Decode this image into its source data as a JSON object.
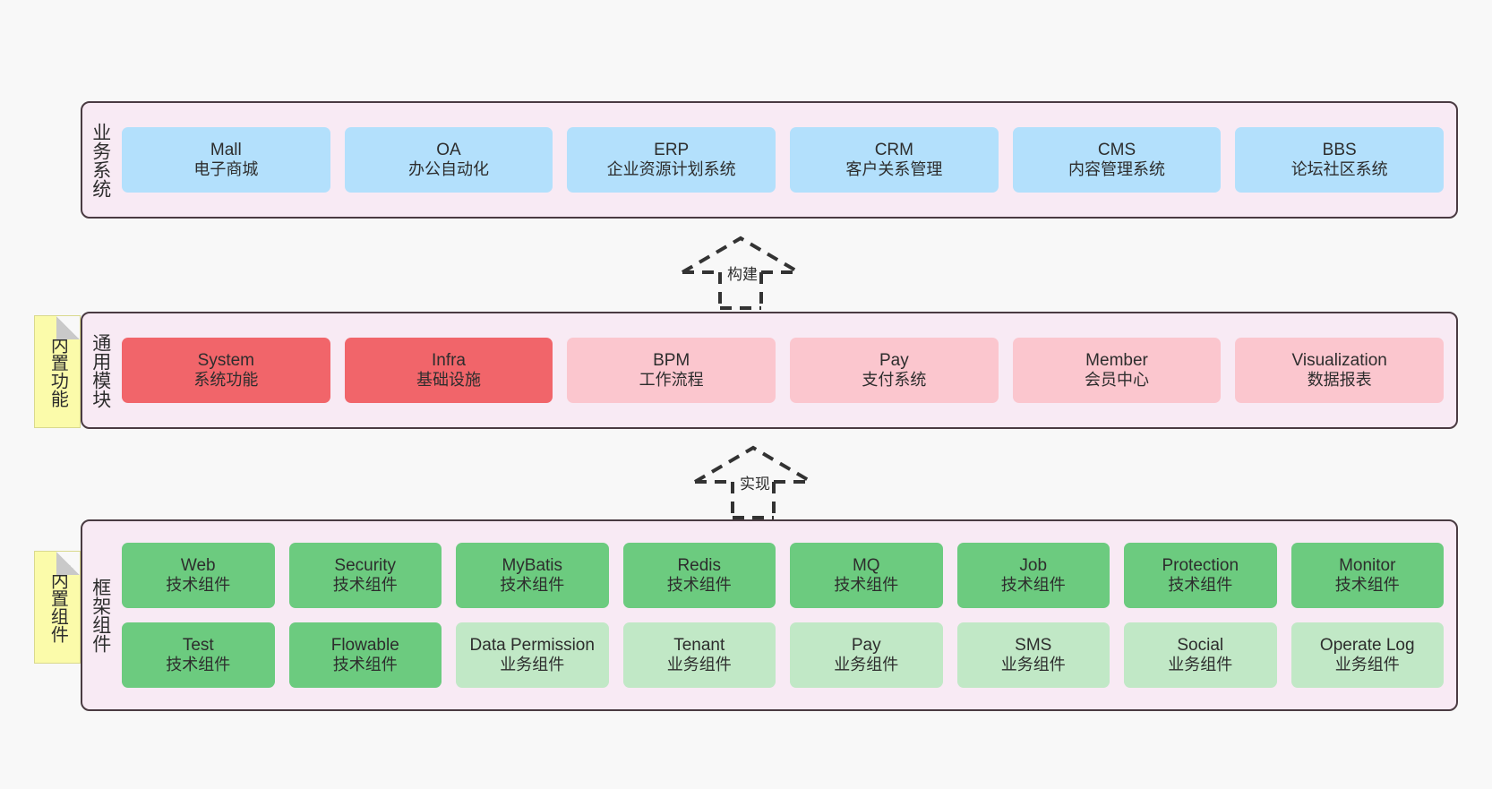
{
  "canvas": {
    "background": "#f8f8f8"
  },
  "palette": {
    "layer_fill": "#f8eaf4",
    "layer_border": "#4a3b42",
    "blue": "#b3e0fc",
    "red": "#f1656a",
    "pink": "#fbc6ce",
    "green": "#6ccb7f",
    "light_green": "#c1e8c6",
    "note_yellow": "#fbfbaa"
  },
  "notes": [
    {
      "id": "builtin-features",
      "text": "内置功能"
    },
    {
      "id": "builtin-components",
      "text": "内置组件"
    }
  ],
  "connectors": [
    {
      "id": "build",
      "label": "构建",
      "style": "dashed-hollow-arrow-up"
    },
    {
      "id": "implement",
      "label": "实现",
      "style": "dashed-hollow-arrow-up"
    }
  ],
  "layers": [
    {
      "id": "business-systems",
      "title": "业务系统",
      "rows": [
        [
          {
            "name": "Mall",
            "desc": "电子商城",
            "color": "blue"
          },
          {
            "name": "OA",
            "desc": "办公自动化",
            "color": "blue"
          },
          {
            "name": "ERP",
            "desc": "企业资源计划系统",
            "color": "blue"
          },
          {
            "name": "CRM",
            "desc": "客户关系管理",
            "color": "blue"
          },
          {
            "name": "CMS",
            "desc": "内容管理系统",
            "color": "blue"
          },
          {
            "name": "BBS",
            "desc": "论坛社区系统",
            "color": "blue"
          }
        ]
      ]
    },
    {
      "id": "common-modules",
      "title": "通用模块",
      "rows": [
        [
          {
            "name": "System",
            "desc": "系统功能",
            "color": "red"
          },
          {
            "name": "Infra",
            "desc": "基础设施",
            "color": "red"
          },
          {
            "name": "BPM",
            "desc": "工作流程",
            "color": "pink"
          },
          {
            "name": "Pay",
            "desc": "支付系统",
            "color": "pink"
          },
          {
            "name": "Member",
            "desc": "会员中心",
            "color": "pink"
          },
          {
            "name": "Visualization",
            "desc": "数据报表",
            "color": "pink"
          }
        ]
      ]
    },
    {
      "id": "framework-components",
      "title": "框架组件",
      "rows": [
        [
          {
            "name": "Web",
            "desc": "技术组件",
            "color": "green"
          },
          {
            "name": "Security",
            "desc": "技术组件",
            "color": "green"
          },
          {
            "name": "MyBatis",
            "desc": "技术组件",
            "color": "green"
          },
          {
            "name": "Redis",
            "desc": "技术组件",
            "color": "green"
          },
          {
            "name": "MQ",
            "desc": "技术组件",
            "color": "green"
          },
          {
            "name": "Job",
            "desc": "技术组件",
            "color": "green"
          },
          {
            "name": "Protection",
            "desc": "技术组件",
            "color": "green"
          },
          {
            "name": "Monitor",
            "desc": "技术组件",
            "color": "green"
          }
        ],
        [
          {
            "name": "Test",
            "desc": "技术组件",
            "color": "green"
          },
          {
            "name": "Flowable",
            "desc": "技术组件",
            "color": "green"
          },
          {
            "name": "Data Permission",
            "desc": "业务组件",
            "color": "lightgreen",
            "wrap": true
          },
          {
            "name": "Tenant",
            "desc": "业务组件",
            "color": "lightgreen"
          },
          {
            "name": "Pay",
            "desc": "业务组件",
            "color": "lightgreen"
          },
          {
            "name": "SMS",
            "desc": "业务组件",
            "color": "lightgreen"
          },
          {
            "name": "Social",
            "desc": "业务组件",
            "color": "lightgreen"
          },
          {
            "name": "Operate Log",
            "desc": "业务组件",
            "color": "lightgreen"
          }
        ]
      ]
    }
  ]
}
